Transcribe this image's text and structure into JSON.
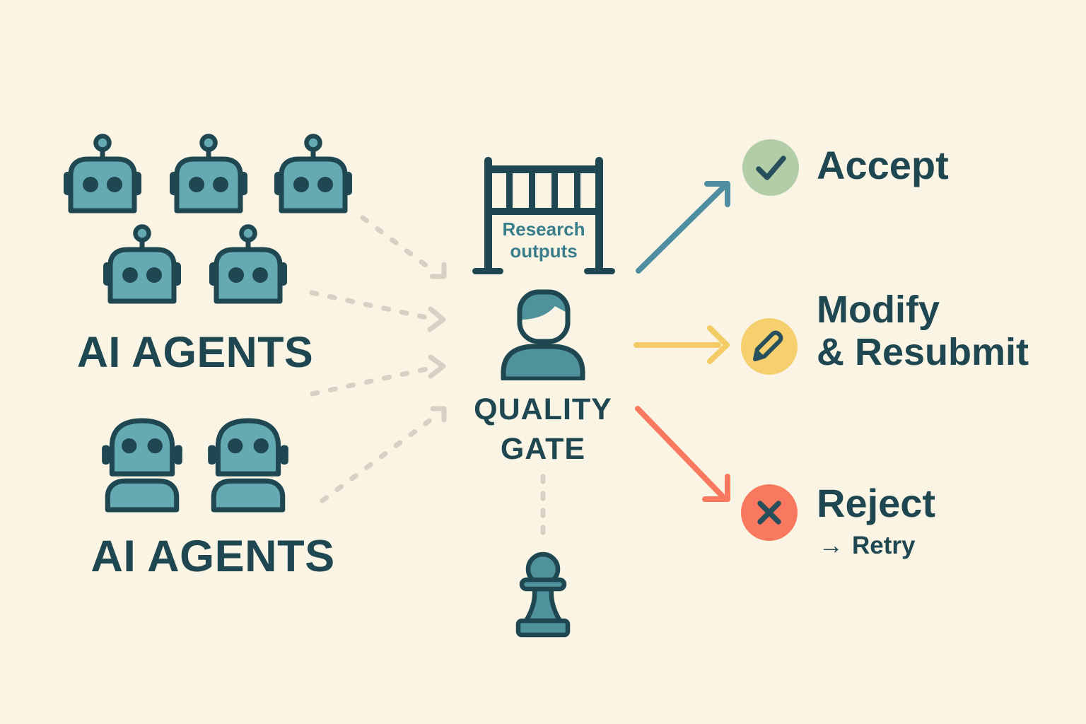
{
  "palette": {
    "background": "#faf4e4",
    "ink": "#1f4751",
    "robot_teal": "#65aab3",
    "deep_teal": "#4f929c",
    "dash_gray": "#d6d1c2",
    "arrow_teal": "#4f8da0",
    "accept_green": "#b3cda8",
    "modify_yellow": "#f6cf6e",
    "reject_red": "#f8795f",
    "gate_text_teal": "#3a7e8b"
  },
  "agents": {
    "top": {
      "label": "AI AGENTS",
      "robot_count": 5
    },
    "bottom": {
      "label": "AI AGENTS",
      "robot_count": 2
    }
  },
  "gate": {
    "line1": "Research",
    "line2": "outputs"
  },
  "reviewer": {
    "line1": "QUALITY",
    "line2": "GATE"
  },
  "outcomes": {
    "accept": {
      "label": "Accept",
      "icon": "check-icon",
      "color": "#b3cda8"
    },
    "modify": {
      "line1": "Modify",
      "line2": "& Resubmit",
      "icon": "pencil-icon",
      "color": "#f6cf6e"
    },
    "reject": {
      "label": "Reject",
      "icon": "x-icon",
      "color": "#f8795f",
      "retry_arrow": "→",
      "retry_label": "Retry"
    }
  }
}
